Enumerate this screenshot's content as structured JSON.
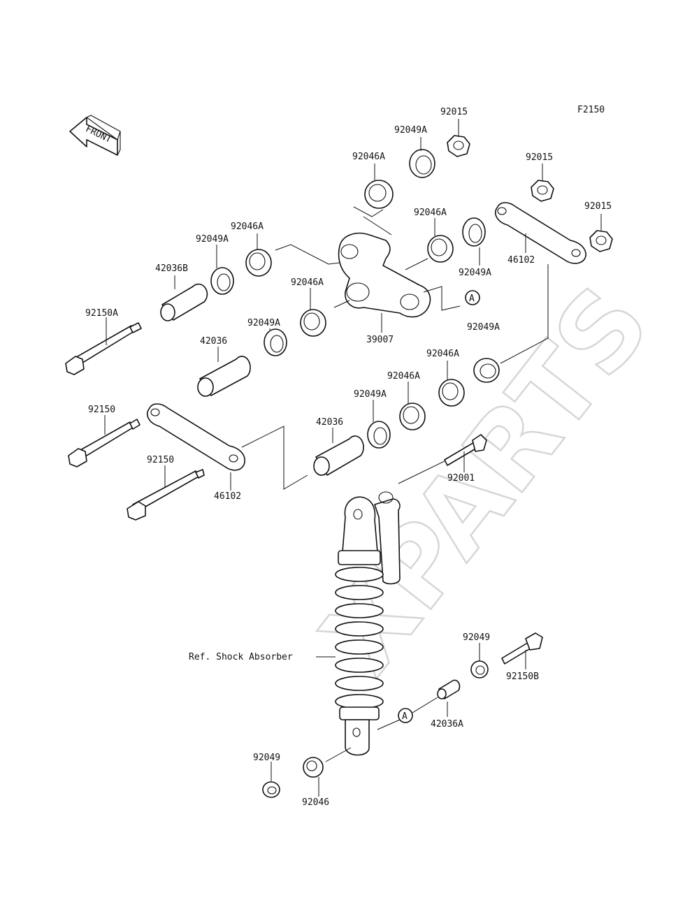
{
  "diagram": {
    "code": "F2150",
    "watermark": "XPARTS",
    "front_label": "FRONT",
    "reference_label": "Ref. Shock Absorber",
    "circle_marker": "A",
    "callouts": [
      {
        "id": "c01",
        "text": "92015"
      },
      {
        "id": "c02",
        "text": "92049A"
      },
      {
        "id": "c03",
        "text": "92046A"
      },
      {
        "id": "c04",
        "text": "92015"
      },
      {
        "id": "c05",
        "text": "92015"
      },
      {
        "id": "c06",
        "text": "92046A"
      },
      {
        "id": "c07",
        "text": "92049A"
      },
      {
        "id": "c08",
        "text": "46102"
      },
      {
        "id": "c09",
        "text": "92046A"
      },
      {
        "id": "c10",
        "text": "92049A"
      },
      {
        "id": "c11",
        "text": "42036B"
      },
      {
        "id": "c12",
        "text": "92046A"
      },
      {
        "id": "c13",
        "text": "92049A"
      },
      {
        "id": "c14",
        "text": "39007"
      },
      {
        "id": "c15",
        "text": "92150A"
      },
      {
        "id": "c16",
        "text": "42036"
      },
      {
        "id": "c17",
        "text": "92049A"
      },
      {
        "id": "c18",
        "text": "92046A"
      },
      {
        "id": "c19",
        "text": "92046A"
      },
      {
        "id": "c20",
        "text": "92049A"
      },
      {
        "id": "c21",
        "text": "42036"
      },
      {
        "id": "c22",
        "text": "92150"
      },
      {
        "id": "c23",
        "text": "92150"
      },
      {
        "id": "c24",
        "text": "46102"
      },
      {
        "id": "c25",
        "text": "92001"
      },
      {
        "id": "c26",
        "text": "92049"
      },
      {
        "id": "c27",
        "text": "92150B"
      },
      {
        "id": "c28",
        "text": "42036A"
      },
      {
        "id": "c29",
        "text": "92049"
      },
      {
        "id": "c30",
        "text": "92046"
      }
    ]
  }
}
